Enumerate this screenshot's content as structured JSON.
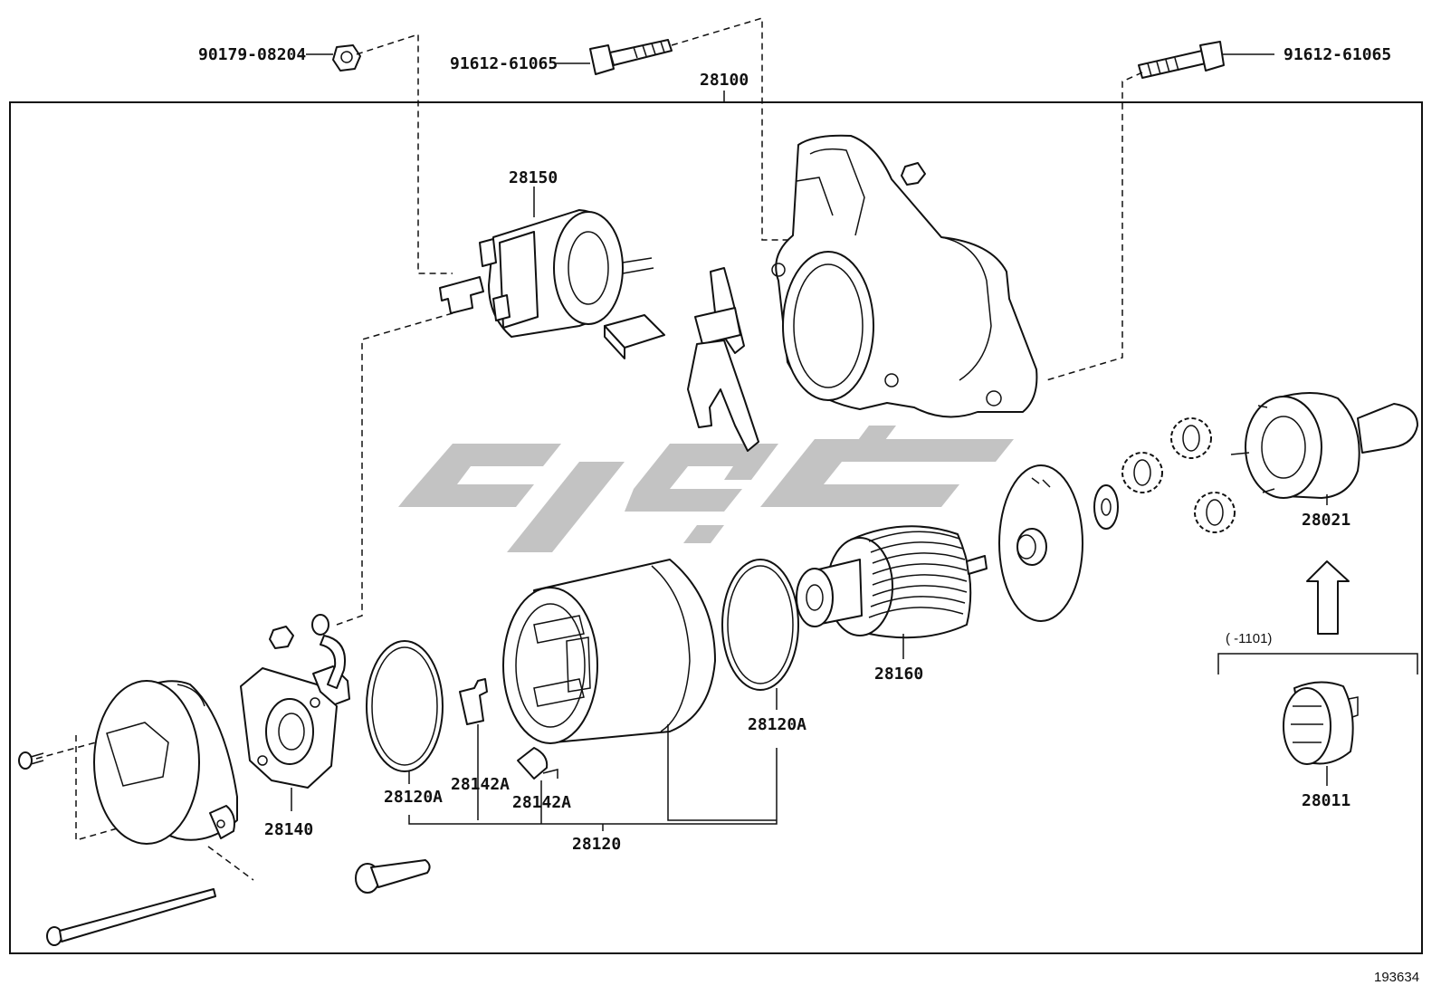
{
  "diagram": {
    "image_number": "193634",
    "callouts": {
      "bolt_nut_top_left": "90179-08204",
      "bolt_top_center": "91612-61065",
      "bolt_top_right": "91612-61065",
      "starter_assembly": "28100",
      "solenoid": "28150",
      "clutch_sub_assembly": "28021",
      "pinion": "28011",
      "armature": "28160",
      "yoke_assembly": "28120",
      "o_ring_right": "28120A",
      "o_ring_left": "28120A",
      "brush_holder": "28140",
      "brush_a": "28142A",
      "brush_b": "28142A"
    },
    "model_range_note": "(      -1101)"
  }
}
